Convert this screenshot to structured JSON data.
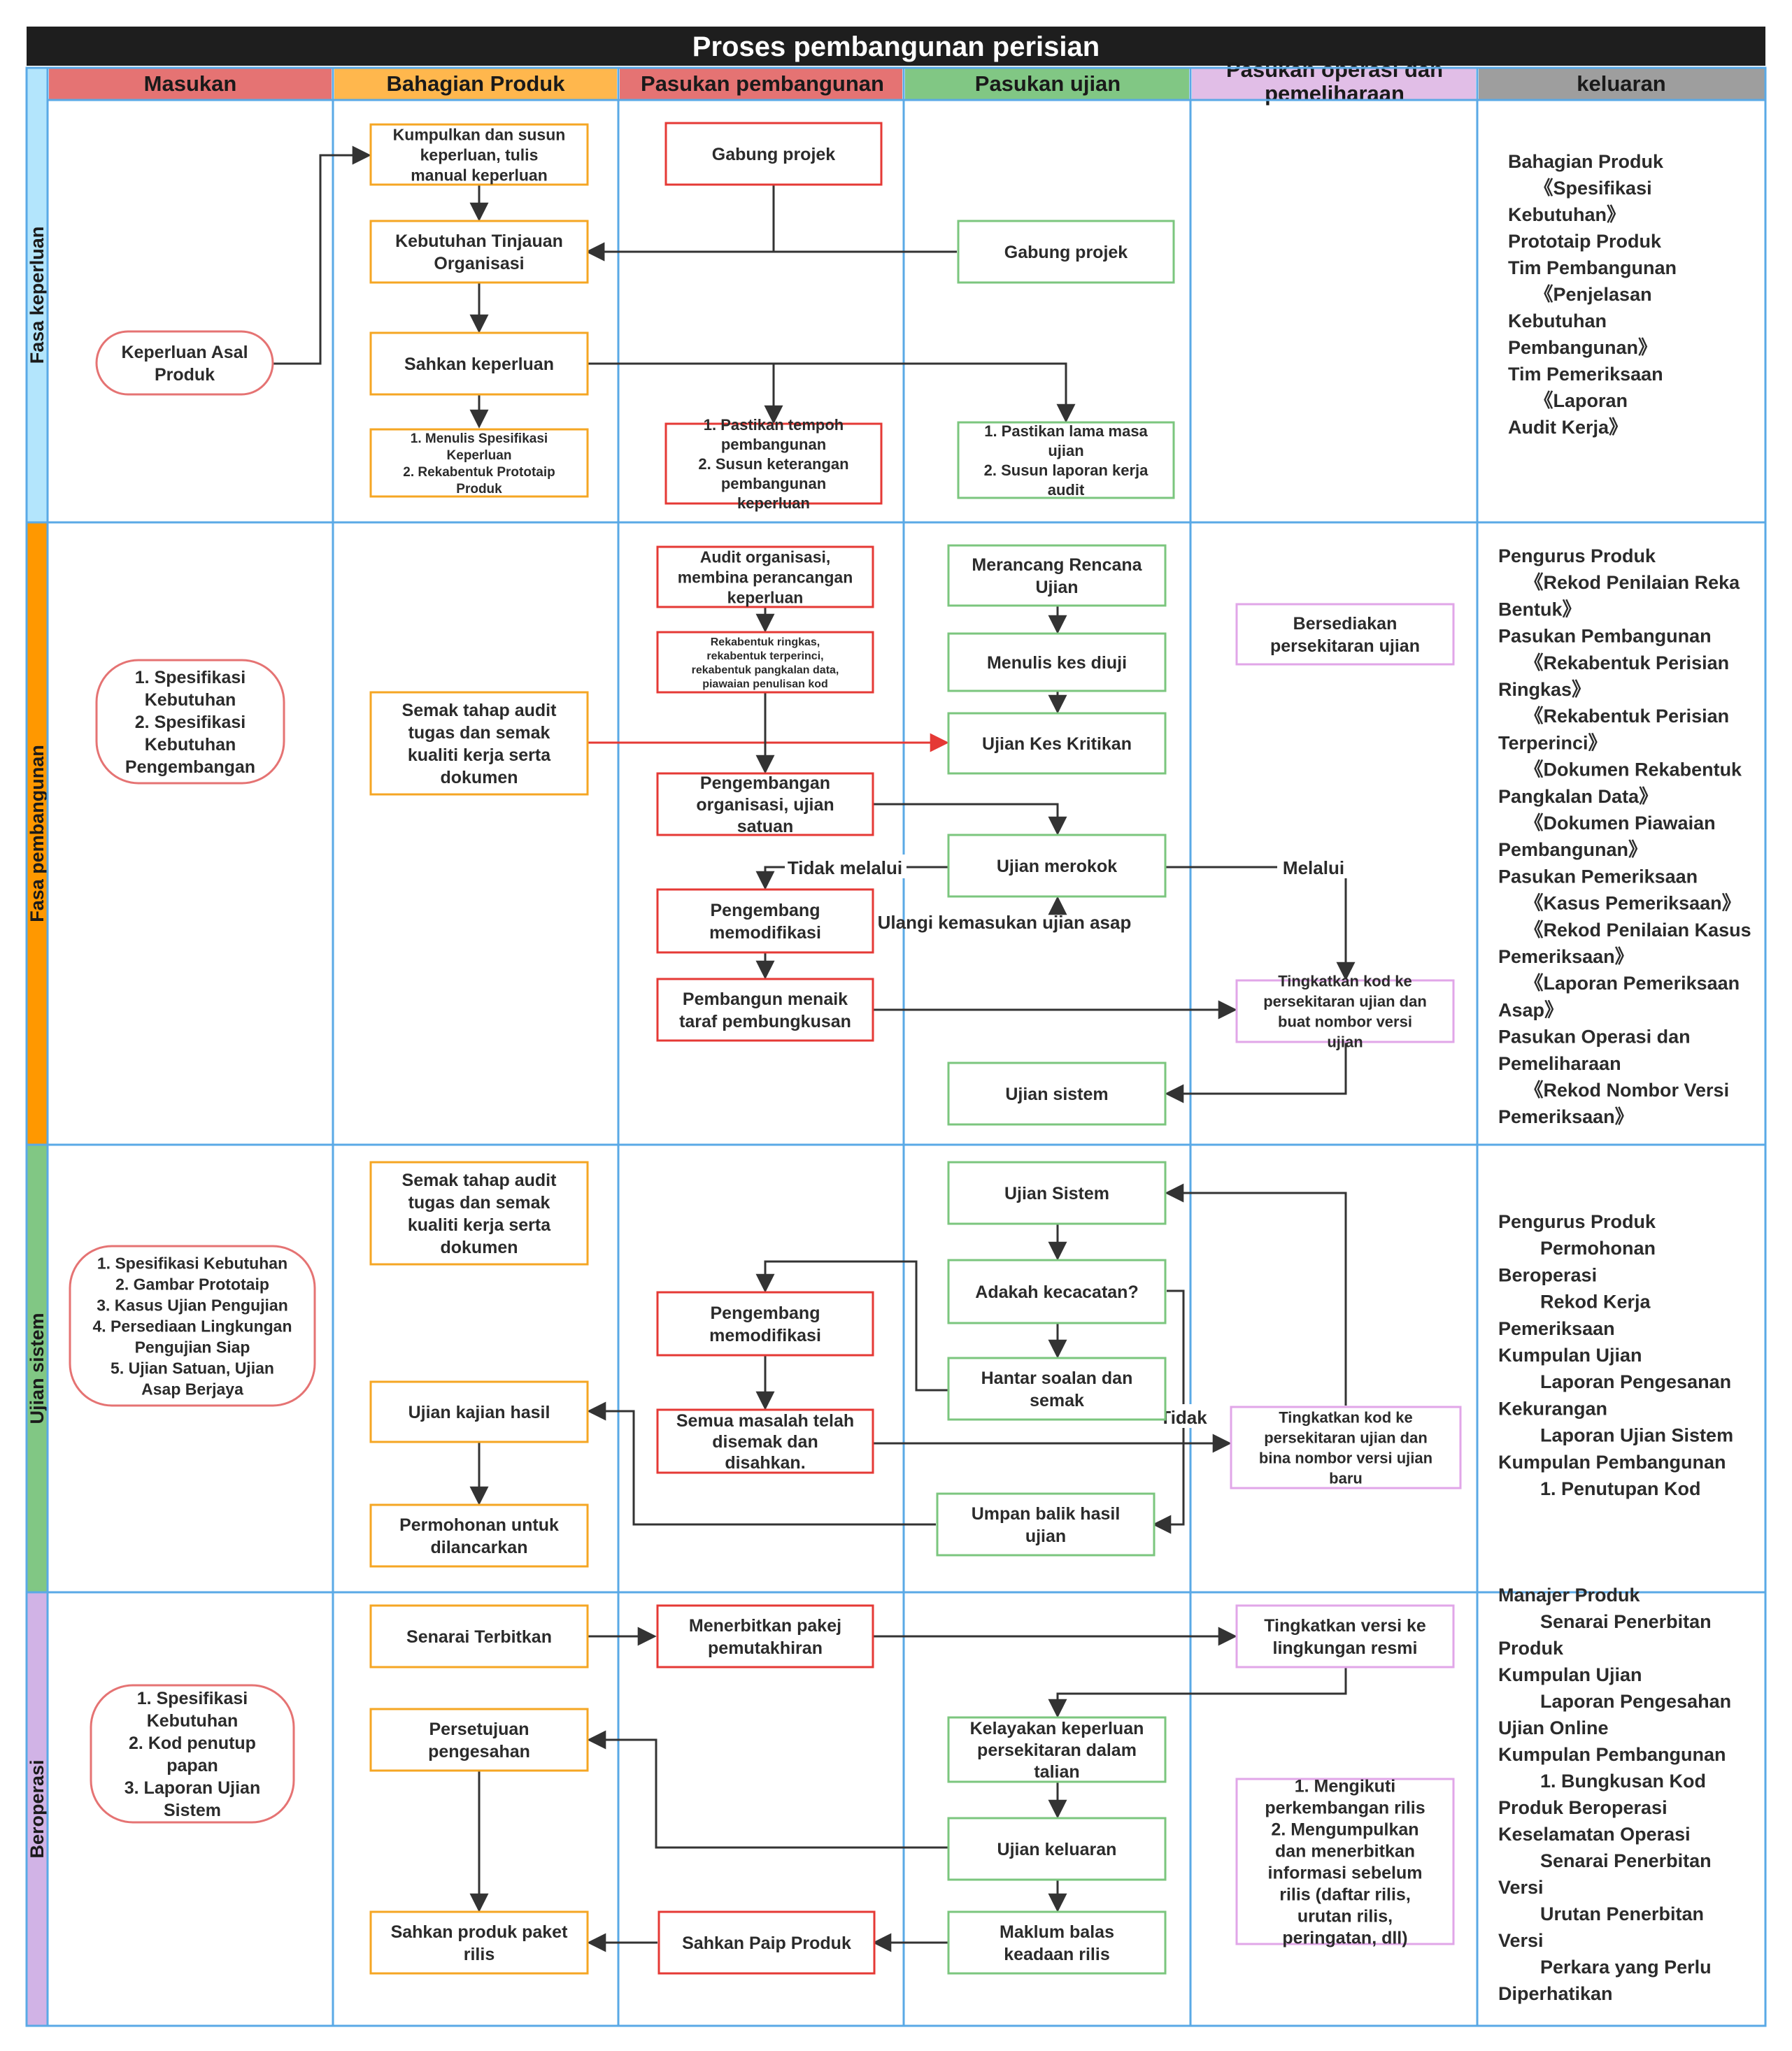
{
  "title": "Proses pembangunan perisian",
  "colors": {
    "grid": "#5aa9e6",
    "title_bg": "#1e1e1e",
    "orange": "#f5a623",
    "red": "#e53935",
    "green": "#7bc67e",
    "pink": "#e1a6e8",
    "rounded": "#e57373",
    "edge": "#333333",
    "edge_red": "#e53935"
  },
  "columns": [
    {
      "label": "Masukan",
      "color": "#e57373"
    },
    {
      "label": "Bahagian Produk",
      "color": "#ffb74d"
    },
    {
      "label": "Pasukan pembangunan",
      "color": "#e57373"
    },
    {
      "label": "Pasukan ujian",
      "color": "#81c784"
    },
    {
      "label": "Pasukan operasi dan pemeliharaan",
      "color": "#e1bee7"
    },
    {
      "label": "keluaran",
      "color": "#9e9e9e"
    }
  ],
  "lanes": [
    {
      "label": "Fasa keperluan",
      "color": "#b3e5fc"
    },
    {
      "label": "Fasa pembangunan",
      "color": "#ff9800"
    },
    {
      "label": "Ujian sistem",
      "color": "#81c784"
    },
    {
      "label": "Beroperasi",
      "color": "#d1b3e6"
    }
  ],
  "nodes": {
    "n_asal": "Keperluan Asal\nProduk",
    "n_kumpul": "Kumpulkan dan susun\nkeperluan, tulis\nmanual keperluan",
    "n_tinjau": "Kebutuhan Tinjauan\nOrganisasi",
    "n_sahkan": "Sahkan keperluan",
    "n_tulis": "1. Menulis Spesifikasi\nKeperluan\n2. Rekabentuk Prototaip\nProduk",
    "n_gabung1": "Gabung projek",
    "n_tempoh": "1. Pastikan tempoh\npembangunan\n2. Susun keterangan\npembangunan\nkeperluan",
    "n_gabung2": "Gabung projek",
    "n_lama": "1. Pastikan lama masa\nujian\n2. Susun laporan kerja\naudit",
    "n_spek1": "1. Spesifikasi\nKebutuhan\n2. Spesifikasi\nKebutuhan\nPengembangan",
    "n_semak1": "Semak tahap audit\ntugas dan semak\nkualiti kerja serta\ndokumen",
    "n_audit": "Audit organisasi,\nmembina perancangan\nkeperluan",
    "n_rekabentuk": "Rekabentuk ringkas,\nrekabentuk terperinci,\nrekabentuk pangkalan data,\npiawaian penulisan kod",
    "n_pengorg": "Pengembangan\norganisasi, ujian\nsatuan",
    "n_pengubah1": "Pengembang\nmemodifikasi",
    "n_menaik": "Pembangun menaik\ntaraf pembungkusan",
    "n_rancang": "Merancang Rencana\nUjian",
    "n_kes": "Menulis kes diuji",
    "n_kritikan": "Ujian Kes Kritikan",
    "n_merokok": "Ujian merokok",
    "n_ujsistem1": "Ujian sistem",
    "n_sedia": "Bersediakan\npersekitaran ujian",
    "n_tingkat1": "Tingkatkan kod ke\npersekitaran ujian dan\nbuat nombor versi\nujian",
    "n_spek2": "1. Spesifikasi Kebutuhan\n2. Gambar Prototaip\n3. Kasus Ujian Pengujian\n4. Persediaan Lingkungan\nPengujian Siap\n5. Ujian Satuan, Ujian\nAsap Berjaya",
    "n_semak2": "Semak tahap audit\ntugas dan semak\nkualiti kerja serta\ndokumen",
    "n_kajian": "Ujian kajian hasil",
    "n_permohonan": "Permohonan untuk\ndilancarkan",
    "n_pengubah2": "Pengembang\nmemodifikasi",
    "n_semua": "Semua masalah telah\ndisemak dan\ndisahkan.",
    "n_ujsistem2": "Ujian Sistem",
    "n_cacat": "Adakah kecacatan?",
    "n_hantar": "Hantar soalan dan\nsemak",
    "n_umpan": "Umpan balik hasil\nujian",
    "n_tingkat2": "Tingkatkan kod ke\npersekitaran ujian dan\nbina nombor versi ujian\nbaru",
    "n_spek3": "1. Spesifikasi\nKebutuhan\n2. Kod penutup\npapan\n3. Laporan Ujian\nSistem",
    "n_senarai": "Senarai Terbitkan",
    "n_persetujuan": "Persetujuan\npengesahan",
    "n_sahprod": "Sahkan produk paket\nrilis",
    "n_menerbit": "Menerbitkan pakej\npemutakhiran",
    "n_sahpaip": "Sahkan Paip Produk",
    "n_kelayakan": "Kelayakan keperluan\npersekitaran dalam\ntalian",
    "n_ujkeluaran": "Ujian keluaran",
    "n_maklum": "Maklum balas\nkeadaan rilis",
    "n_tingkatver": "Tingkatkan versi ke\nlingkungan resmi",
    "n_ikuti": "1. Mengikuti\nperkembangan rilis\n2. Mengumpulkan\ndan menerbitkan\ninformasi sebelum\nrilis (daftar rilis,\nurutan rilis,\nperingatan, dll)"
  },
  "edge_labels": {
    "tidak_melalui": "Tidak melalui",
    "melalui": "Melalui",
    "ulangi": "Ulangi kemasukan ujian asap",
    "tidak": "Tidak"
  },
  "outputs": [
    [
      "Bahagian Produk",
      "     《Spesifikasi",
      "Kebutuhan》",
      "Prototaip Produk",
      "Tim Pembangunan",
      "     《Penjelasan",
      "Kebutuhan",
      "Pembangunan》",
      "Tim Pemeriksaan",
      "     《Laporan",
      "Audit Kerja》"
    ],
    [
      "Pengurus Produk",
      "     《Rekod Penilaian Reka",
      "Bentuk》",
      "Pasukan Pembangunan",
      "     《Rekabentuk Perisian",
      "Ringkas》",
      "     《Rekabentuk Perisian",
      "Terperinci》",
      "     《Dokumen Rekabentuk",
      "Pangkalan Data》",
      "     《Dokumen Piawaian",
      "Pembangunan》",
      "Pasukan Pemeriksaan",
      "     《Kasus Pemeriksaan》",
      "     《Rekod Penilaian Kasus",
      "Pemeriksaan》",
      "     《Laporan Pemeriksaan",
      "Asap》",
      "Pasukan Operasi dan",
      "Pemeliharaan",
      "     《Rekod Nombor Versi",
      "Pemeriksaan》"
    ],
    [
      "Pengurus Produk",
      "        Permohonan",
      "Beroperasi",
      "        Rekod Kerja",
      "Pemeriksaan",
      "Kumpulan Ujian",
      "        Laporan Pengesanan",
      "Kekurangan",
      "        Laporan Ujian Sistem",
      "Kumpulan Pembangunan",
      "        1. Penutupan Kod"
    ],
    [
      "Manajer Produk",
      "        Senarai Penerbitan",
      "Produk",
      "Kumpulan Ujian",
      "        Laporan Pengesahan",
      "Ujian Online",
      "Kumpulan Pembangunan",
      "        1. Bungkusan Kod",
      "Produk Beroperasi",
      "Keselamatan Operasi",
      "        Senarai Penerbitan",
      "Versi",
      "        Urutan Penerbitan",
      "Versi",
      "        Perkara yang Perlu",
      "Diperhatikan"
    ]
  ]
}
